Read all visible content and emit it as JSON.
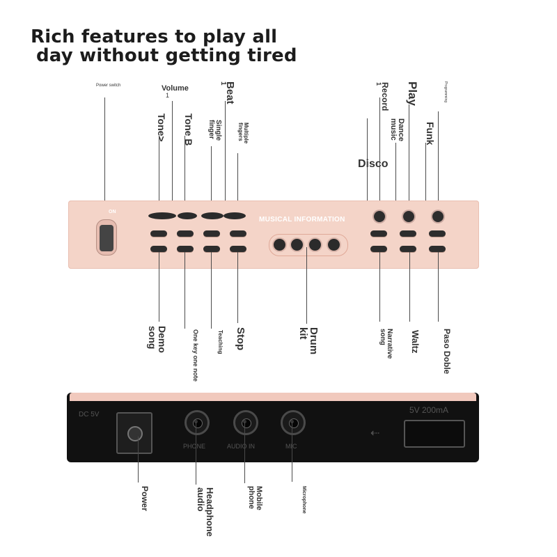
{
  "headline": {
    "line1": "Rich features to play all",
    "line2": "day without getting tired"
  },
  "top_labels": {
    "power_switch": "Power switch",
    "volume": "Volume",
    "volume_num": "1",
    "beat": "Beat",
    "beat_num": "1",
    "record": "Record",
    "record_num": "1",
    "play": "Play",
    "programming": "Programming",
    "tone_next": "Tone>",
    "tone_b": "Tone B",
    "single_finger": "Single finger",
    "multiple_fingers": "Multiple fingers",
    "dance_music": "Dance music",
    "funk": "Funk",
    "disco": "Disco"
  },
  "panel": {
    "title": "MUSICAL INFORMATION",
    "switch_label": "ON"
  },
  "bottom_labels": {
    "demo_song": "Demo song",
    "one_key_one_note": "One key one note",
    "teaching": "Teaching",
    "stop": "Stop",
    "drum_kit": "Drum kit",
    "narrative_song": "Narrative song",
    "waltz": "Waltz",
    "paso_doble": "Paso Doble"
  },
  "back_panel": {
    "dc_label": "DC 5V",
    "usb_label": "5V 200mA",
    "phone_label": "PHONE",
    "audio_in_label": "AUDIO IN",
    "mic_label": "MIC"
  },
  "port_labels": {
    "power": "Power",
    "headphone_audio": "Headphone audio",
    "mobile_phone": "Mobile phone",
    "microphone": "Microphone"
  },
  "colors": {
    "panel_pink": "#f4d4c8",
    "back_black": "#111111",
    "label_text": "#333333"
  }
}
